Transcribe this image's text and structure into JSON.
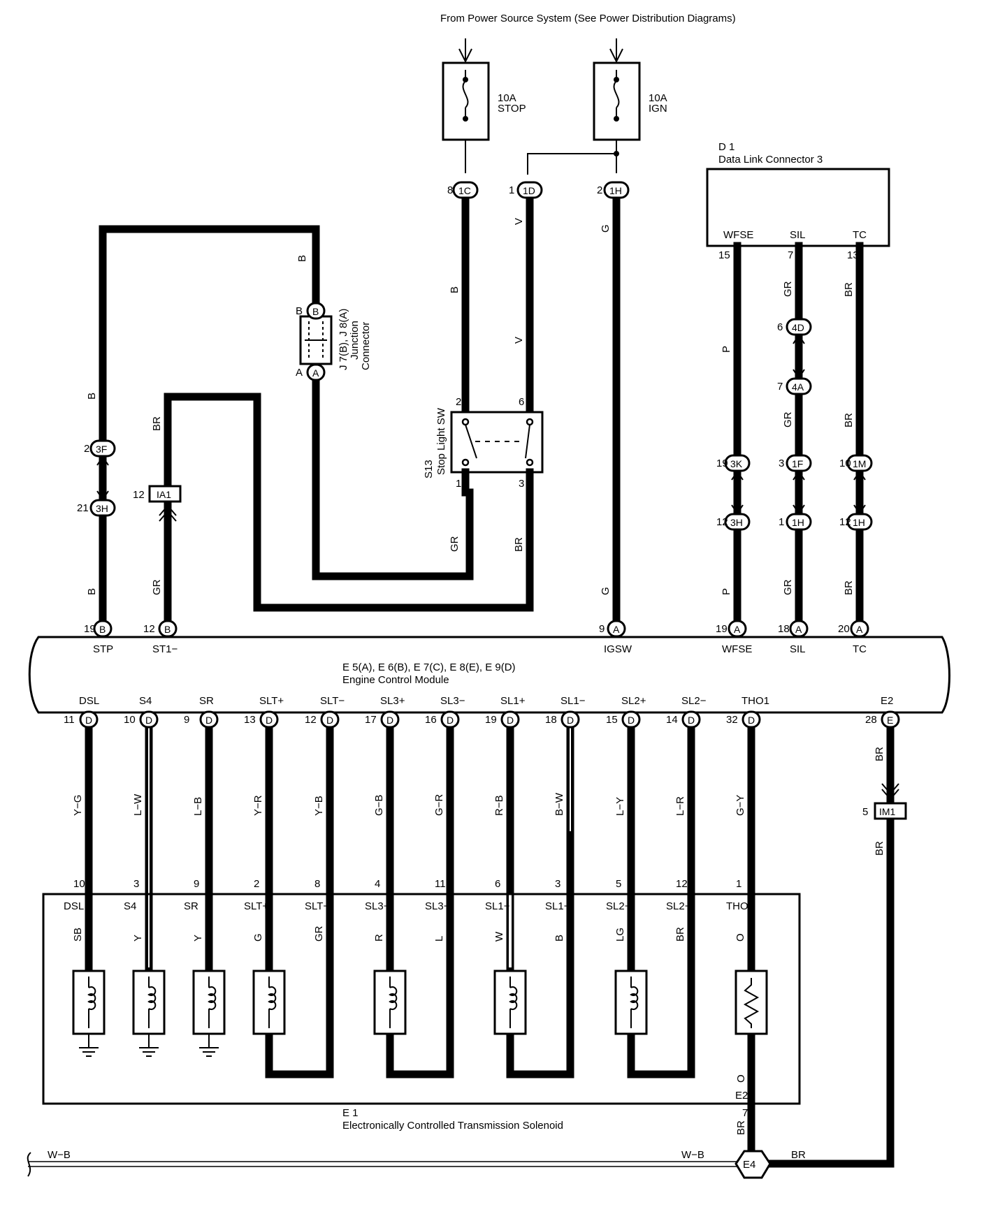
{
  "header": {
    "source": "From Power Source System (See Power Distribution Diagrams)"
  },
  "fuses": [
    {
      "id": "fuse-stop",
      "amps": "10A",
      "name": "STOP"
    },
    {
      "id": "fuse-ign",
      "amps": "10A",
      "name": "IGN"
    }
  ],
  "dlc": {
    "ref": "D 1",
    "name": "Data Link Connector 3",
    "pins": [
      "WFSE",
      "SIL",
      "TC"
    ]
  },
  "junction": {
    "label1": "J 7(B), J 8(A)",
    "label2": "Junction",
    "label3": "Connector"
  },
  "stop_sw": {
    "ref": "S13",
    "name": "Stop Light SW"
  },
  "ecm": {
    "refs": "E 5(A), E 6(B), E 7(C), E 8(E), E 9(D)",
    "name": "Engine Control Module",
    "top_pins": [
      "STP",
      "ST1−",
      "IGSW",
      "WFSE",
      "SIL",
      "TC"
    ],
    "bottom_pins": [
      "DSL",
      "S4",
      "SR",
      "SLT+",
      "SLT−",
      "SL3+",
      "SL3−",
      "SL1+",
      "SL1−",
      "SL2+",
      "SL2−",
      "THO1",
      "E2"
    ]
  },
  "solenoid": {
    "ref": "E 1",
    "name": "Electronically Controlled Transmission Solenoid",
    "terminals": [
      "DSL",
      "S4",
      "SR",
      "SLT+",
      "SLT−",
      "SL3+",
      "SL3−",
      "SL1+",
      "SL1−",
      "SL2+",
      "SL2−",
      "THO",
      "E2"
    ]
  },
  "ground": {
    "ref": "E4",
    "wire": "W−B",
    "wire2": "BR"
  },
  "connectors": [
    "1C",
    "1D",
    "1H",
    "3F",
    "3H",
    "IA1",
    "4D",
    "4A",
    "3K",
    "1F",
    "1M",
    "IM1",
    "B",
    "A",
    "D",
    "E"
  ],
  "pin_numbers": [
    "8",
    "1",
    "2",
    "15",
    "7",
    "13",
    "4",
    "19",
    "12",
    "21",
    "18",
    "20",
    "9",
    "3",
    "6",
    "11",
    "10",
    "17",
    "16",
    "14",
    "32",
    "28",
    "5"
  ],
  "wire_colors": [
    "B",
    "V",
    "G",
    "GR",
    "BR",
    "P",
    "Y−G",
    "L−W",
    "L−B",
    "Y−R",
    "Y−B",
    "G−B",
    "G−R",
    "R−B",
    "B−W",
    "L−Y",
    "L−R",
    "G−Y",
    "SB",
    "Y",
    "R",
    "L",
    "W",
    "LG",
    "O"
  ]
}
